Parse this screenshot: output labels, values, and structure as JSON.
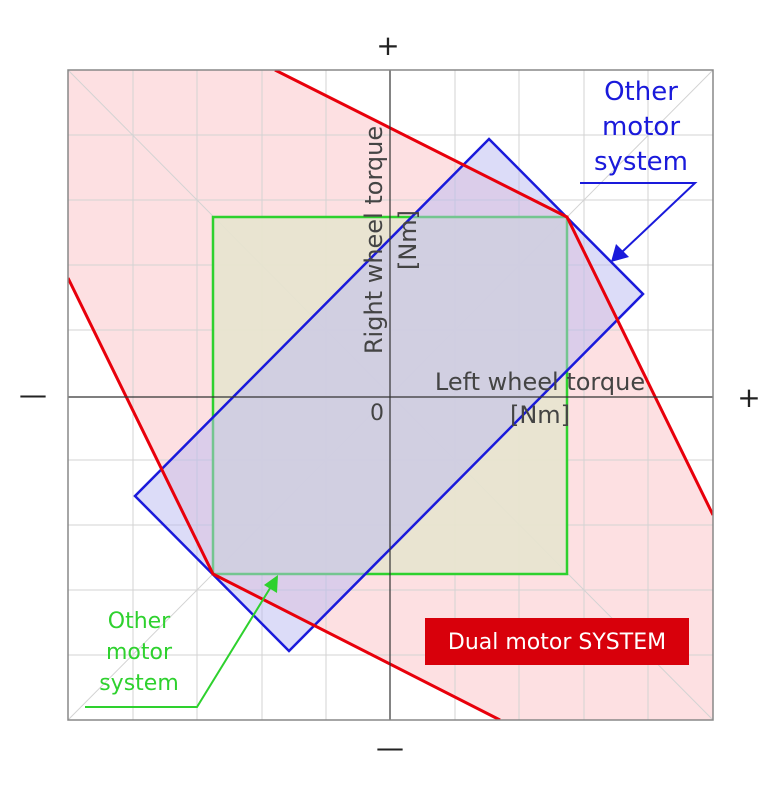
{
  "colors": {
    "dual": "#e8000b",
    "dual_fill": "#fde0e2",
    "blue": "#1a1adb",
    "blue_fill": "#b9b9f2",
    "green": "#2ed12e",
    "green_fill": "#e7e4cf",
    "grid": "#d3d3d3",
    "axis": "#333333"
  },
  "signs": {
    "top": "+",
    "bottom": "—",
    "left": "—",
    "right": "+"
  },
  "axes": {
    "origin": "0",
    "y_label_1": "Right wheel torque",
    "y_label_2": "[Nm]",
    "x_label_1": "Left wheel torque",
    "x_label_2": "[Nm]"
  },
  "labels": {
    "blue_1": "Other",
    "blue_2": "motor",
    "blue_3": "system",
    "green_1": "Other",
    "green_2": "motor",
    "green_3": "system",
    "dual": "Dual motor SYSTEM"
  }
}
